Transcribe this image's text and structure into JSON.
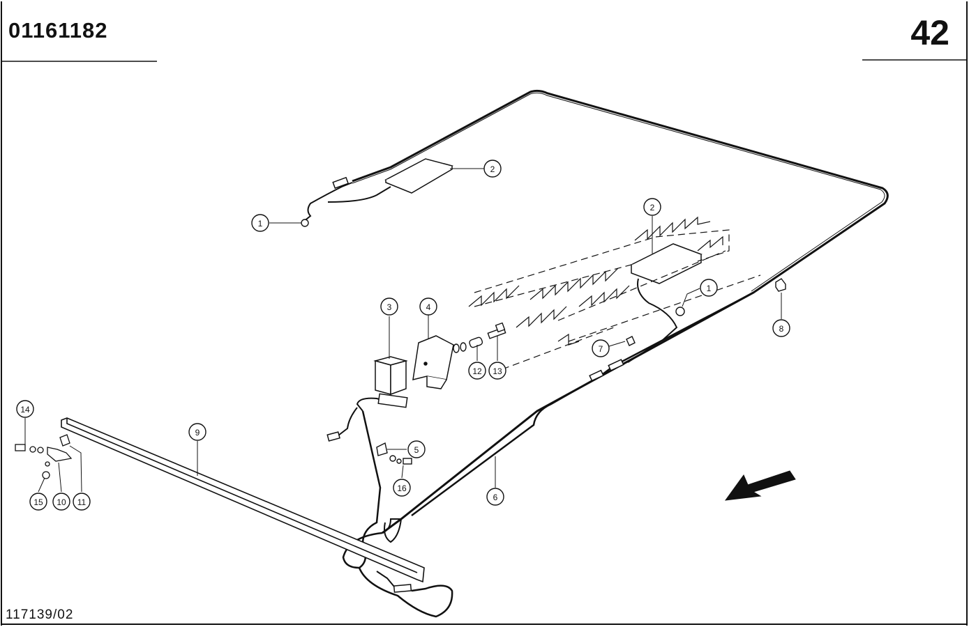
{
  "header": {
    "part_number": "01161182",
    "page_number": "42"
  },
  "footer": {
    "drawing_number": "117139/02"
  },
  "callouts": [
    "1",
    "2",
    "2",
    "1",
    "3",
    "4",
    "12",
    "13",
    "7",
    "8",
    "14",
    "9",
    "5",
    "16",
    "6",
    "15",
    "10",
    "11"
  ],
  "colors": {
    "line": "#111111",
    "background": "#ffffff"
  }
}
